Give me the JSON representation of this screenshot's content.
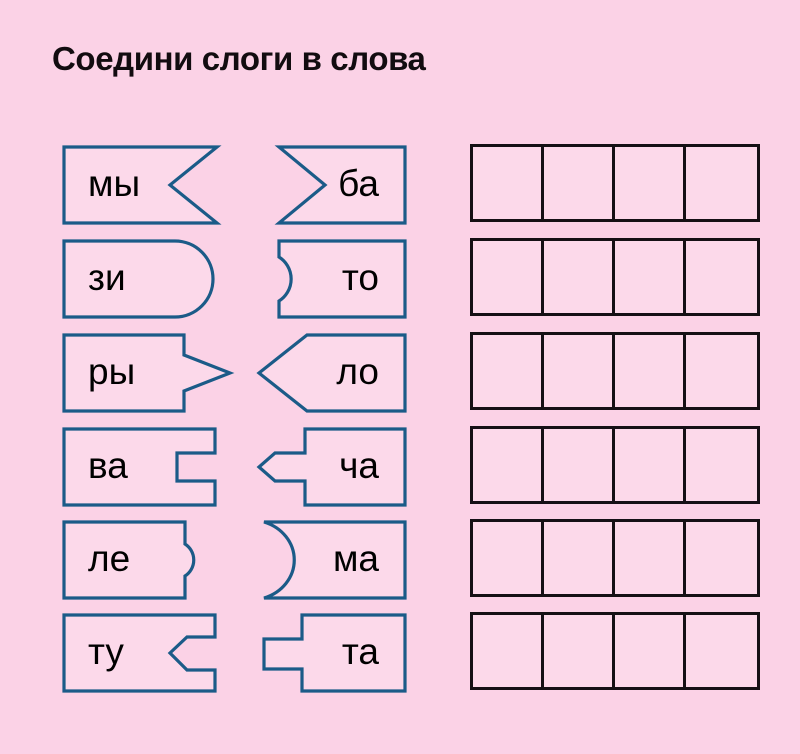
{
  "title": "Соедини слоги в слова",
  "colors": {
    "background": "#fbd2e6",
    "card_fill": "#fcd9ea",
    "card_stroke": "#1b5b88",
    "grid_stroke": "#151015",
    "title_color": "#120c10"
  },
  "rows": [
    {
      "left": {
        "label": "мы",
        "edge": "v-notch-in"
      },
      "right": {
        "label": "ба",
        "edge": "v-point-in"
      },
      "answer_cells": 4
    },
    {
      "left": {
        "label": "зи",
        "edge": "round-bulge-out"
      },
      "right": {
        "label": "то",
        "edge": "round-notch-in"
      },
      "answer_cells": 4
    },
    {
      "left": {
        "label": "ры",
        "edge": "arrow-point-out"
      },
      "right": {
        "label": "ло",
        "edge": "arrow-point-out-left"
      },
      "answer_cells": 4
    },
    {
      "left": {
        "label": "ва",
        "edge": "rect-notch-in"
      },
      "right": {
        "label": "ча",
        "edge": "arrow-tab-out-left"
      },
      "answer_cells": 4
    },
    {
      "left": {
        "label": "ле",
        "edge": "puzzle-tab-out"
      },
      "right": {
        "label": "ма",
        "edge": "big-arc-notch-in"
      },
      "answer_cells": 4
    },
    {
      "left": {
        "label": "ту",
        "edge": "arrow-notch-in"
      },
      "right": {
        "label": "та",
        "edge": "rect-tab-out-left"
      },
      "answer_cells": 4
    }
  ],
  "grid": {
    "columns": 4,
    "rows": 6,
    "cell_state": "empty"
  }
}
